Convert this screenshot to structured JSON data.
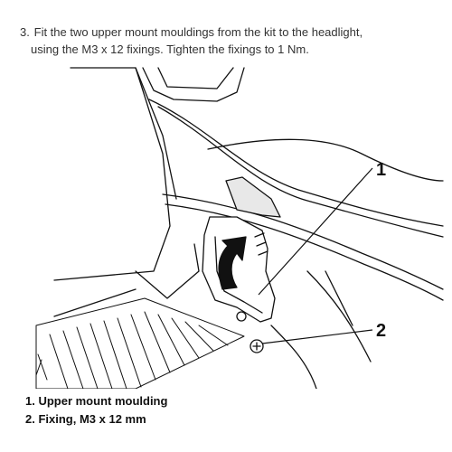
{
  "instruction": {
    "step_number": "3.",
    "line1": "Fit the two upper mount mouldings from the kit to the headlight,",
    "line2": "using the M3 x 12 fixings. Tighten the fixings to 1 Nm."
  },
  "callouts": [
    {
      "number": "1"
    },
    {
      "number": "2"
    }
  ],
  "legend": [
    {
      "text": "1. Upper mount moulding"
    },
    {
      "text": "2. Fixing, M3 x 12 mm"
    }
  ]
}
